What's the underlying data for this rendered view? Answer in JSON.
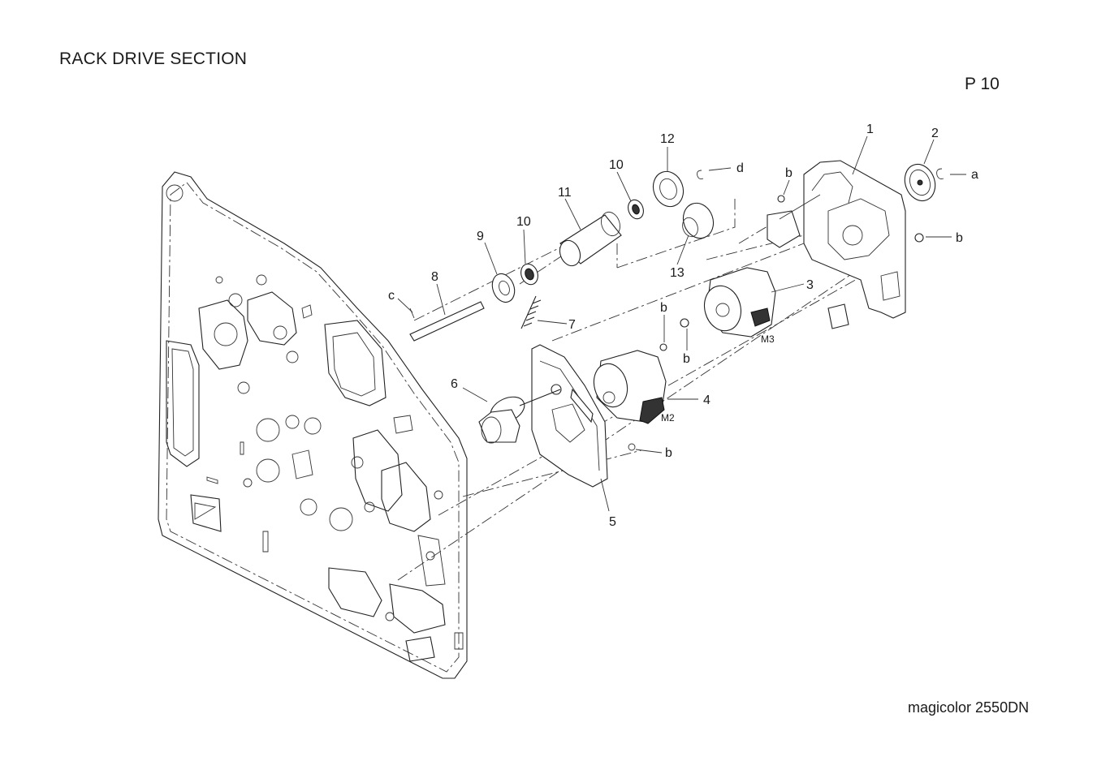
{
  "header": {
    "title": "RACK DRIVE SECTION",
    "page": "P 10"
  },
  "footer": {
    "model": "magicolor 2550DN"
  },
  "callouts": {
    "p1": "1",
    "p2": "2",
    "p3": "3",
    "p4": "4",
    "p5": "5",
    "p6": "6",
    "p7": "7",
    "p8": "8",
    "p9": "9",
    "p10a": "10",
    "p10b": "10",
    "p11": "11",
    "p12": "12",
    "p13": "13",
    "a": "a",
    "b1": "b",
    "b2": "b",
    "b3": "b",
    "b4": "b",
    "b5": "b",
    "c": "c",
    "d": "d",
    "m2": "M2",
    "m3": "M3"
  }
}
